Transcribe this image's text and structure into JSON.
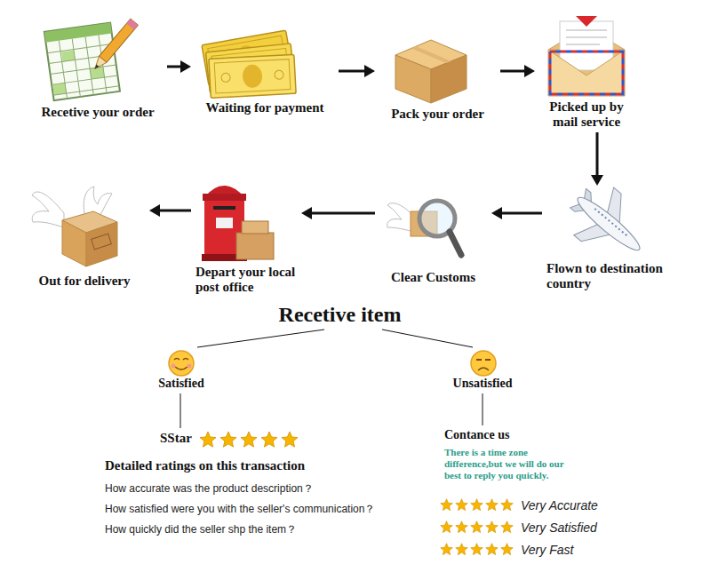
{
  "diagram": {
    "nodes": [
      {
        "text": [
          "Recetive your order"
        ]
      },
      {
        "text": [
          "Waiting for payment"
        ]
      },
      {
        "text": [
          "Pack your order"
        ]
      },
      {
        "text": [
          "Picked up by mail service"
        ]
      },
      {
        "text": [
          "Flown to destination country"
        ]
      },
      {
        "text": [
          "Clear Customs"
        ]
      },
      {
        "text": [
          "Depart your local post office"
        ]
      },
      {
        "text": [
          "Out for delivery"
        ]
      },
      {
        "text": [
          "Recetive item"
        ]
      },
      {
        "text": [
          "Satisfied"
        ]
      },
      {
        "text": [
          "Unsatisfied"
        ]
      },
      {
        "text": [
          "SStar"
        ]
      },
      {
        "text": [
          "Contance us"
        ]
      }
    ],
    "edges": [
      {
        "from": 0,
        "to": 1,
        "arrow": "to"
      },
      {
        "from": 1,
        "to": 2,
        "arrow": "to"
      },
      {
        "from": 2,
        "to": 3,
        "arrow": "to"
      },
      {
        "from": 3,
        "to": 4,
        "arrow": "to"
      },
      {
        "from": 4,
        "to": 5,
        "arrow": "to"
      },
      {
        "from": 5,
        "to": 6,
        "arrow": "to"
      },
      {
        "from": 6,
        "to": 7,
        "arrow": "to"
      },
      {
        "from": 8,
        "to": 9,
        "arrow": "none"
      },
      {
        "from": 8,
        "to": 10,
        "arrow": "none"
      },
      {
        "from": 9,
        "to": 11,
        "arrow": "none"
      },
      {
        "from": 10,
        "to": 12,
        "arrow": "none"
      }
    ],
    "labels": [
      "Detailed ratings on this transaction",
      "How accurate was the product description？",
      "How satisfied were you with the seller's communication？",
      "How quickly did the seller shp the item？",
      "There is a time zone difference,but we will do our best to reply you quickly.",
      "Very Accurate",
      "Very Satisfied",
      "Very Fast"
    ]
  }
}
